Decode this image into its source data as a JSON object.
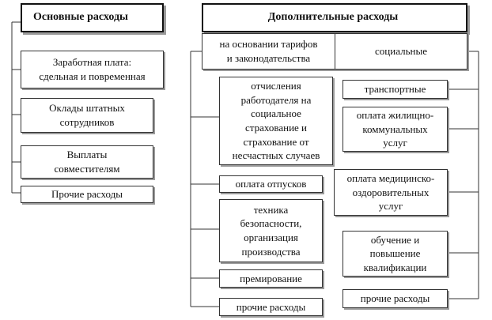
{
  "left_panel": {
    "title": "Основные расходы",
    "items": [
      "Заработная плата:\nсдельная и повременная",
      "Оклады штатных\nсотрудников",
      "Выплаты\nсовместителям",
      "Прочие расходы"
    ]
  },
  "right_panel": {
    "title": "Дополнительные расходы",
    "sub_left": "на основании тарифов\nи законодательства",
    "sub_right": "социальные",
    "left_items": [
      "отчисления\nработодателя на\nсоциальное\nстрахование и\nстрахование от\nнесчастных случаев",
      "оплата отпусков",
      "техника\nбезопасности,\nорганизация\nпроизводства",
      "премирование",
      "прочие расходы"
    ],
    "right_items": [
      "транспортные",
      "оплата жилищно-\nкоммунальных\nуслуг",
      "оплата медицинско-\nоздоровительных\nуслуг",
      "обучение и\nповышение\nквалификации",
      "прочие расходы"
    ]
  }
}
